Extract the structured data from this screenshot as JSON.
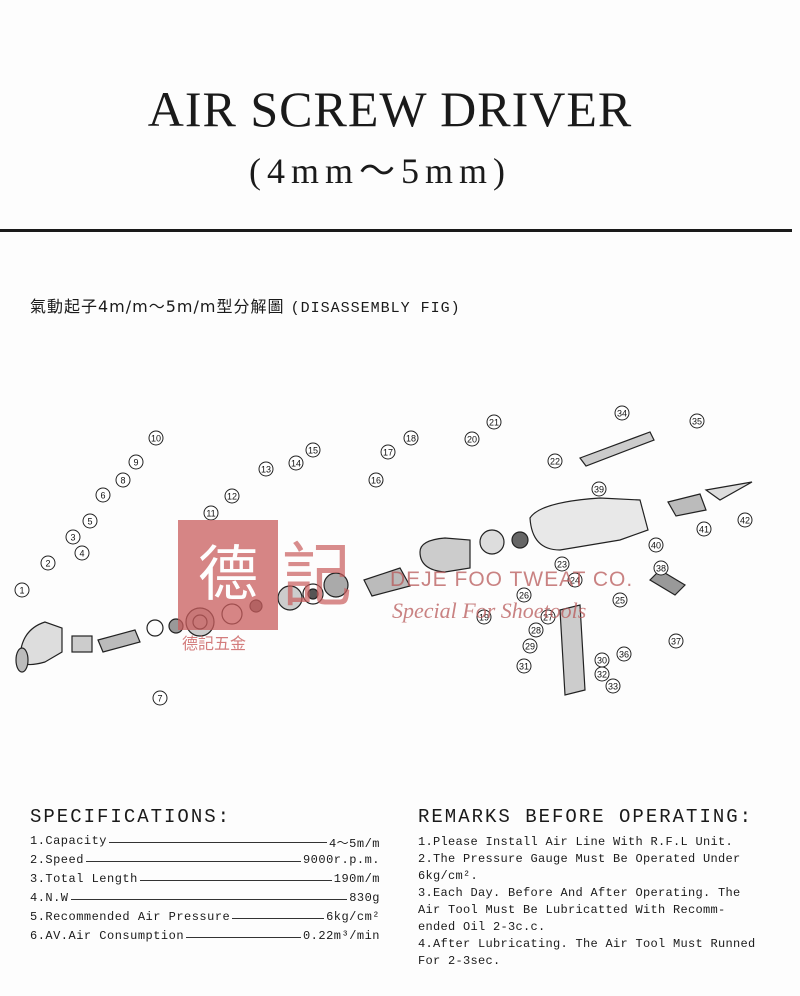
{
  "header": {
    "title": "AIR SCREW DRIVER",
    "subtitle": "(4mm～5mm)"
  },
  "figure": {
    "caption_cn": "氣動起子4m/m～5m/m型分解圖",
    "caption_en": "(DISASSEMBLY FIG)",
    "part_numbers": [
      "1",
      "2",
      "3",
      "4",
      "5",
      "6",
      "7",
      "8",
      "9",
      "10",
      "11",
      "12",
      "13",
      "14",
      "15",
      "16",
      "17",
      "18",
      "19",
      "20",
      "21",
      "22",
      "23",
      "24",
      "25",
      "26",
      "27",
      "28",
      "29",
      "30",
      "31",
      "32",
      "33",
      "34",
      "35",
      "36",
      "37",
      "38",
      "39",
      "40",
      "41",
      "42"
    ]
  },
  "watermark": {
    "logo_char_1": "德",
    "logo_char_2": "記",
    "small_text": "德記五金",
    "company": "DEJE FOO TWEAT CO.",
    "slogan": "Special For Shoetools"
  },
  "specifications": {
    "heading": "SPECIFICATIONS:",
    "rows": [
      {
        "label": "1.Capacity",
        "value": "4～5m/m"
      },
      {
        "label": "2.Speed",
        "value": "9000r.p.m."
      },
      {
        "label": "3.Total Length",
        "value": "190m/m"
      },
      {
        "label": "4.N.W",
        "value": "830g"
      },
      {
        "label": "5.Recommended Air Pressure",
        "value": "6kg/cm²"
      },
      {
        "label": "6.AV.Air Consumption",
        "value": "0.22m³/min"
      }
    ]
  },
  "remarks": {
    "heading": "REMARKS BEFORE OPERATING:",
    "items": [
      "1.Please Install Air Line With R.F.L Unit.",
      "2.The Pressure Gauge Must Be Operated Under\n  6kg/cm².",
      "3.Each Day. Before And After Operating. The\n  Air Tool Must Be Lubricatted With Recomm-\n  ended Oil 2-3c.c.",
      "4.After Lubricating. The Air Tool Must Runned\n  For 2-3sec."
    ]
  }
}
